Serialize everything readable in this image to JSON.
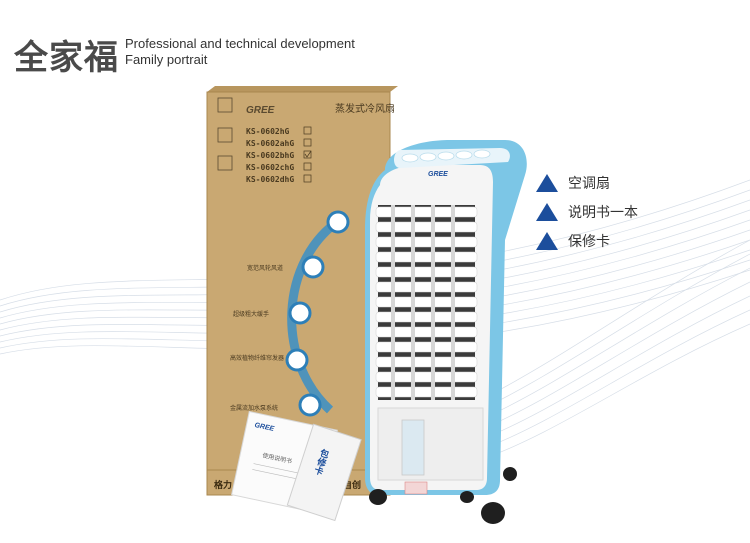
{
  "header": {
    "title_cn": "全家福",
    "title_en_line1": "Professional and technical development",
    "title_en_line2": "Family portrait"
  },
  "contents": {
    "items": [
      {
        "label": "空调扇",
        "icon": "triangle-icon"
      },
      {
        "label": "说明书一本",
        "icon": "triangle-icon"
      },
      {
        "label": "保修卡",
        "icon": "triangle-icon"
      }
    ]
  },
  "box": {
    "brand": "GREE",
    "product_title": "蒸发式冷风扇",
    "models": [
      "KS-0602hG",
      "KS-0602ahG",
      "KS-0602bhG",
      "KS-0602chG",
      "KS-0602dhG"
    ],
    "checked_model_index": 2,
    "features": [
      "宽范风轮风道",
      "超级粗大缓手",
      "高效植物纤维帘发器",
      "金属流加水泵系统"
    ],
    "bottom_text_left": "格力",
    "bottom_text_right": "自创"
  },
  "manual": {
    "brand": "GREE",
    "line1": "使用说明书"
  },
  "warranty_card": {
    "label": "包修卡"
  },
  "colors": {
    "accent_blue": "#1c4e9c",
    "cooler_blue": "#7cc6e6",
    "box_brown": "#c9a872"
  }
}
